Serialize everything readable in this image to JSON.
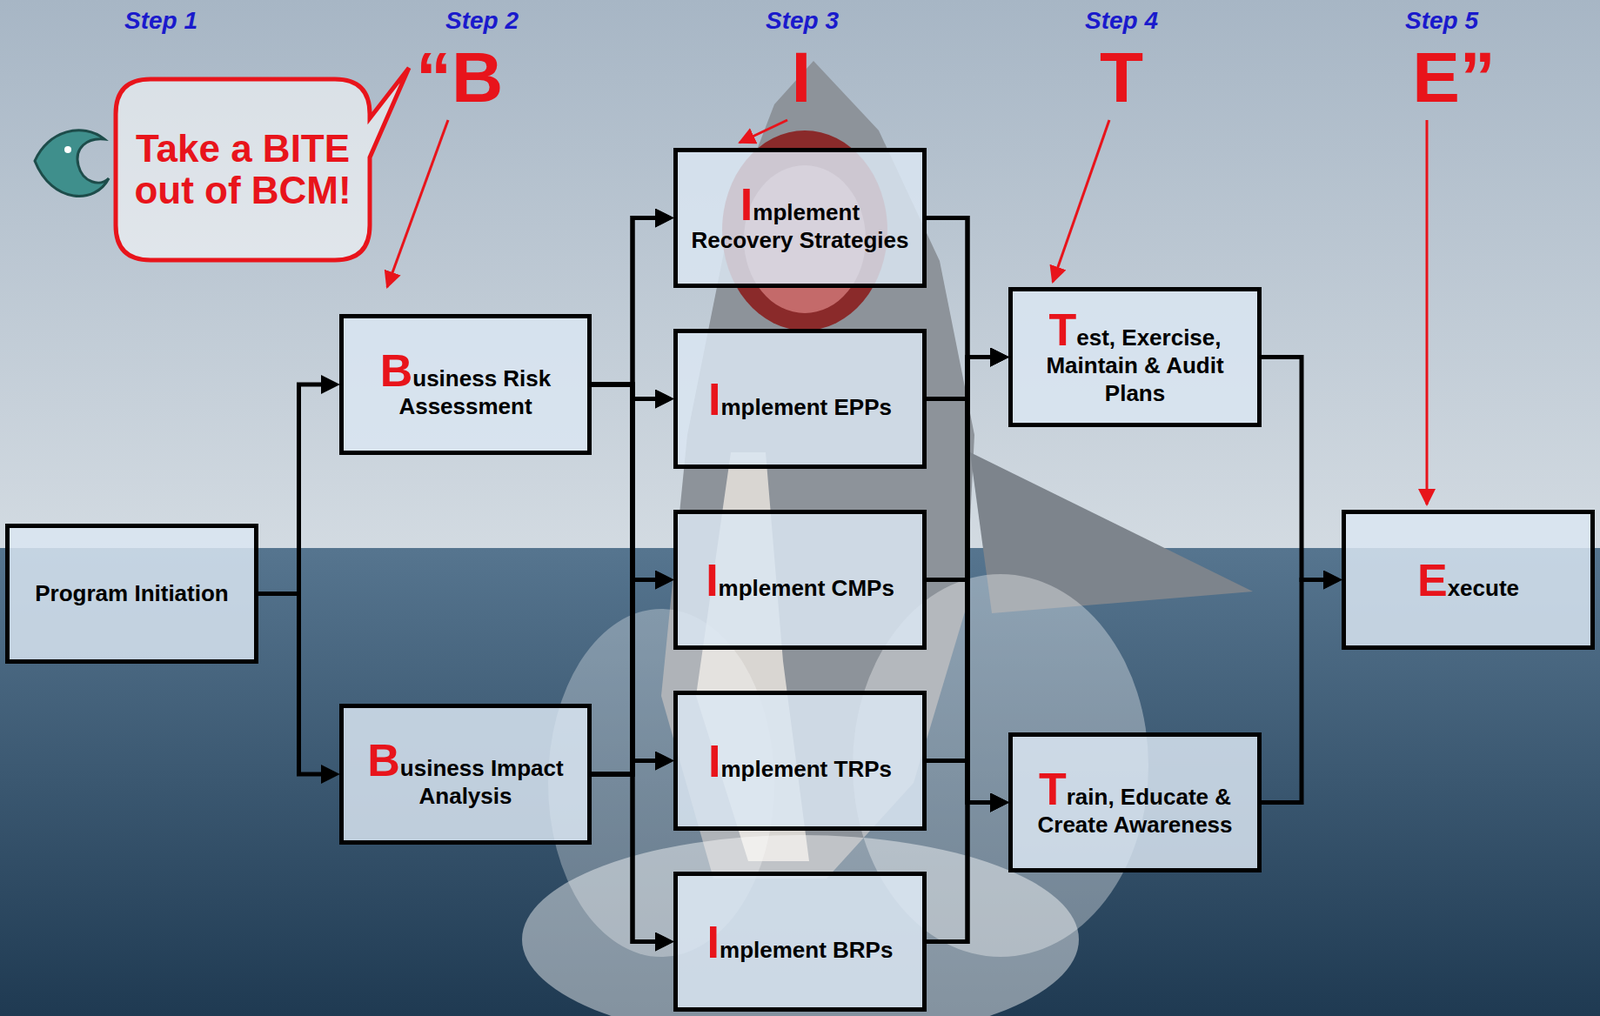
{
  "diagram": {
    "nodes": [
      {
        "text": [
          "Take a BITE out of BCM!"
        ]
      },
      {
        "text": [
          "Program Initiation"
        ]
      },
      {
        "text": [
          "Business Risk Assessment"
        ]
      },
      {
        "text": [
          "Business Impact Analysis"
        ]
      },
      {
        "text": [
          "Implement Recovery Strategies"
        ]
      },
      {
        "text": [
          "Implement EPPs"
        ]
      },
      {
        "text": [
          "Implement CMPs"
        ]
      },
      {
        "text": [
          "Implement TRPs"
        ]
      },
      {
        "text": [
          "Implement BRPs"
        ]
      },
      {
        "text": [
          "Test, Exercise, Maintain & Audit Plans"
        ]
      },
      {
        "text": [
          "Train, Educate & Create Awareness"
        ]
      },
      {
        "text": [
          "Execute"
        ]
      }
    ],
    "edges": [
      {
        "from": 1,
        "to": 2,
        "arrow": "to"
      },
      {
        "from": 1,
        "to": 3,
        "arrow": "to"
      },
      {
        "from": 2,
        "to": 4,
        "arrow": "to"
      },
      {
        "from": 2,
        "to": 5,
        "arrow": "to"
      },
      {
        "from": 2,
        "to": 6,
        "arrow": "to"
      },
      {
        "from": 2,
        "to": 7,
        "arrow": "to"
      },
      {
        "from": 2,
        "to": 8,
        "arrow": "to"
      },
      {
        "from": 3,
        "to": 4,
        "arrow": "to"
      },
      {
        "from": 3,
        "to": 5,
        "arrow": "to"
      },
      {
        "from": 3,
        "to": 6,
        "arrow": "to"
      },
      {
        "from": 3,
        "to": 7,
        "arrow": "to"
      },
      {
        "from": 3,
        "to": 8,
        "arrow": "to"
      },
      {
        "from": 4,
        "to": 9,
        "arrow": "to"
      },
      {
        "from": 5,
        "to": 9,
        "arrow": "to"
      },
      {
        "from": 6,
        "to": 9,
        "arrow": "to"
      },
      {
        "from": 7,
        "to": 9,
        "arrow": "to"
      },
      {
        "from": 8,
        "to": 9,
        "arrow": "to"
      },
      {
        "from": 4,
        "to": 10,
        "arrow": "to"
      },
      {
        "from": 5,
        "to": 10,
        "arrow": "to"
      },
      {
        "from": 6,
        "to": 10,
        "arrow": "to"
      },
      {
        "from": 7,
        "to": 10,
        "arrow": "to"
      },
      {
        "from": 8,
        "to": 10,
        "arrow": "to"
      },
      {
        "from": 9,
        "to": 11,
        "arrow": "to"
      },
      {
        "from": 10,
        "to": 11,
        "arrow": "to"
      }
    ],
    "labels": [
      "Step 1",
      "Step 2",
      "Step 3",
      "Step 4",
      "Step 5",
      "“B",
      "I",
      "T",
      "E”"
    ]
  }
}
